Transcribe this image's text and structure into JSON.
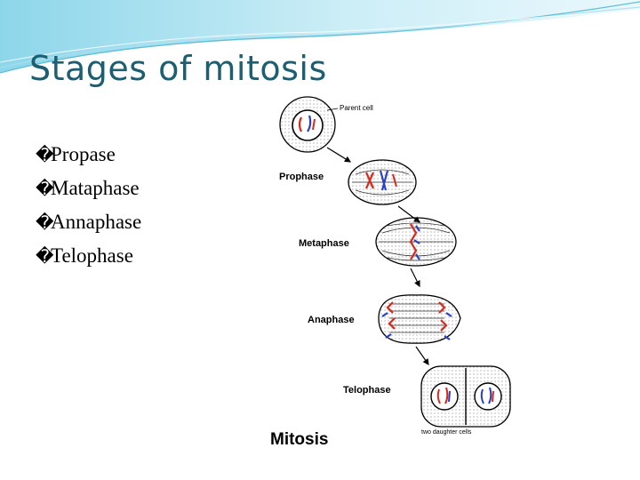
{
  "slide": {
    "title": "Stages of mitosis",
    "bullet_marker": "�",
    "bullets": [
      "Propase",
      "Mataphase",
      "Annaphase",
      "Telophase"
    ]
  },
  "figure": {
    "labels": {
      "parent_cell": "Parent cell",
      "prophase": "Prophase",
      "metaphase": "Metaphase",
      "anaphase": "Anaphase",
      "telophase": "Telophase",
      "daughter_cells": "two daughter cells",
      "caption": "Mitosis"
    }
  },
  "colors": {
    "title": "#1b5f70",
    "banner_light": "#d8f0f7",
    "banner_mid": "#8dd6ea",
    "chromosome_red": "#d62a1e",
    "chromosome_blue": "#2a3fc2"
  }
}
